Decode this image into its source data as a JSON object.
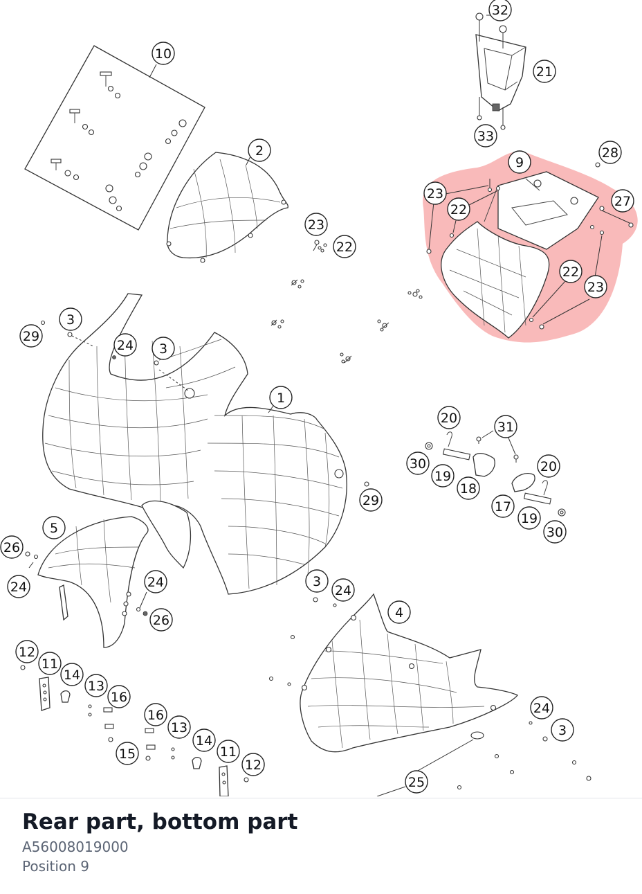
{
  "caption": {
    "title": "Rear part, bottom part",
    "part_number": "A56008019000",
    "position": "Position 9"
  },
  "highlight_color": "#f05a5a",
  "callouts": [
    {
      "n": "32"
    },
    {
      "n": "21"
    },
    {
      "n": "33"
    },
    {
      "n": "10"
    },
    {
      "n": "2"
    },
    {
      "n": "28"
    },
    {
      "n": "9"
    },
    {
      "n": "23"
    },
    {
      "n": "22"
    },
    {
      "n": "27"
    },
    {
      "n": "22"
    },
    {
      "n": "23"
    },
    {
      "n": "23"
    },
    {
      "n": "22"
    },
    {
      "n": "3"
    },
    {
      "n": "29"
    },
    {
      "n": "24"
    },
    {
      "n": "3"
    },
    {
      "n": "1"
    },
    {
      "n": "20"
    },
    {
      "n": "31"
    },
    {
      "n": "30"
    },
    {
      "n": "19"
    },
    {
      "n": "18"
    },
    {
      "n": "20"
    },
    {
      "n": "17"
    },
    {
      "n": "19"
    },
    {
      "n": "30"
    },
    {
      "n": "29"
    },
    {
      "n": "5"
    },
    {
      "n": "26"
    },
    {
      "n": "24"
    },
    {
      "n": "24"
    },
    {
      "n": "26"
    },
    {
      "n": "3"
    },
    {
      "n": "24"
    },
    {
      "n": "4"
    },
    {
      "n": "12"
    },
    {
      "n": "11"
    },
    {
      "n": "14"
    },
    {
      "n": "13"
    },
    {
      "n": "16"
    },
    {
      "n": "16"
    },
    {
      "n": "13"
    },
    {
      "n": "14"
    },
    {
      "n": "11"
    },
    {
      "n": "15"
    },
    {
      "n": "12"
    },
    {
      "n": "24"
    },
    {
      "n": "3"
    },
    {
      "n": "25"
    }
  ]
}
